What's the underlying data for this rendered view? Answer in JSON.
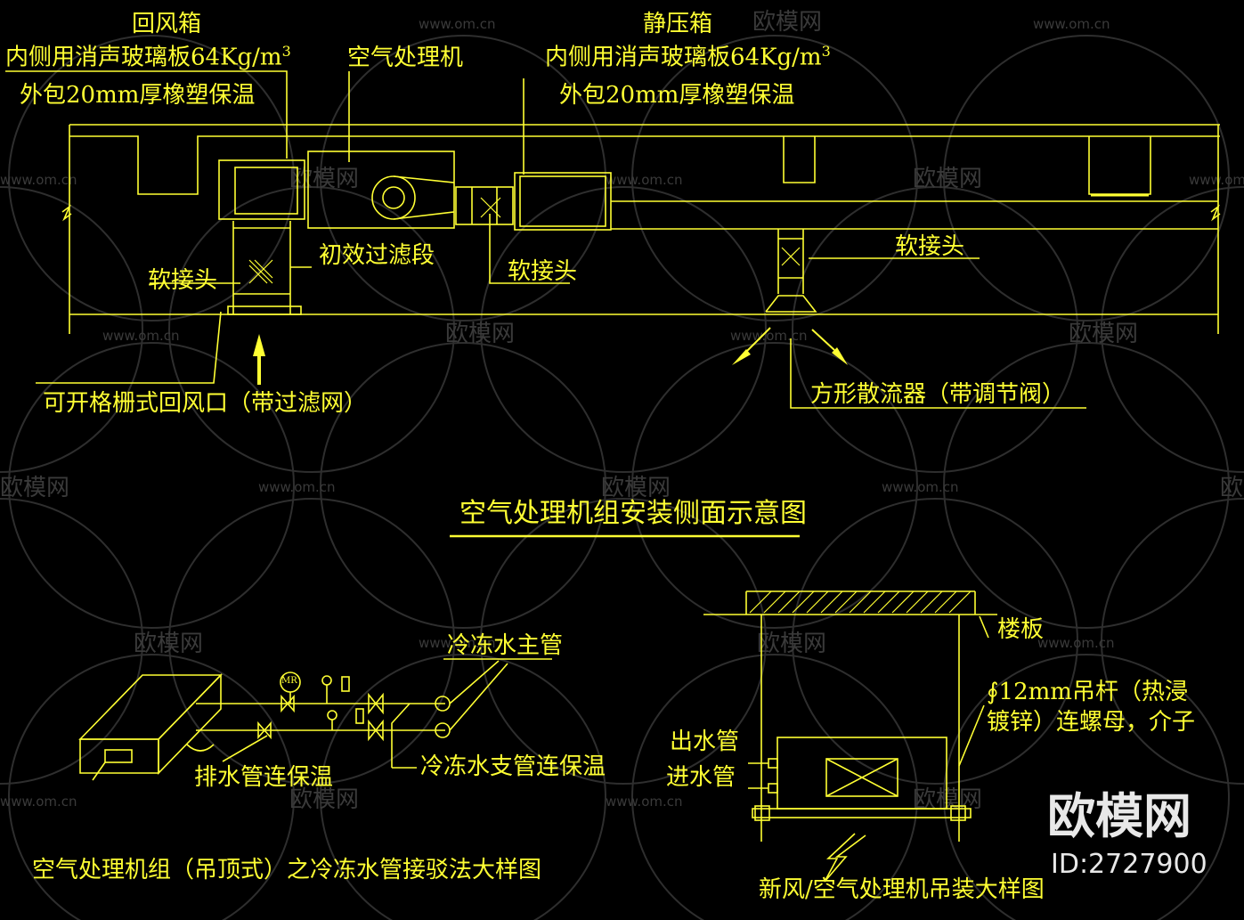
{
  "labels": {
    "return_box_title": "回风箱",
    "return_box_lining": "内侧用消声玻璃板64Kg/m",
    "return_box_lining_sup": "3",
    "return_box_insulation": "外包20mm厚橡塑保温",
    "ahu": "空气处理机",
    "plenum_title": "静压箱",
    "plenum_lining": "内侧用消声玻璃板64Kg/m",
    "plenum_lining_sup": "3",
    "plenum_insulation": "外包20mm厚橡塑保温",
    "flex_joint_left": "软接头",
    "pre_filter": "初效过滤段",
    "flex_joint_mid": "软接头",
    "flex_joint_right": "软接头",
    "return_grille": "可开格栅式回风口（带过滤网）",
    "square_diffuser": "方形散流器（带调节阀）",
    "main_title": "空气处理机组安装侧面示意图",
    "chw_main": "冷冻水主管",
    "drain": "排水管连保温",
    "chw_branch": "冷冻水支管连保温",
    "bottom_left_title": "空气处理机组（吊顶式）之冷冻水管接驳法大样图",
    "floor_slab": "楼板",
    "hanger_rod_1": "∮12mm吊杆（热浸",
    "hanger_rod_2": "镀锌）连螺母，介子",
    "outlet_pipe": "出水管",
    "inlet_pipe": "进水管",
    "bottom_right_title": "新风/空气处理机吊装大样图",
    "mr_symbol": "MR"
  },
  "watermark": {
    "site": "www.om.cn",
    "brand": "欧模网",
    "logo_text": "欧模网",
    "id_text": "ID:2727900"
  },
  "colors": {
    "background": "#000000",
    "line": "#ffff33",
    "watermark": "#3a3a3a"
  }
}
